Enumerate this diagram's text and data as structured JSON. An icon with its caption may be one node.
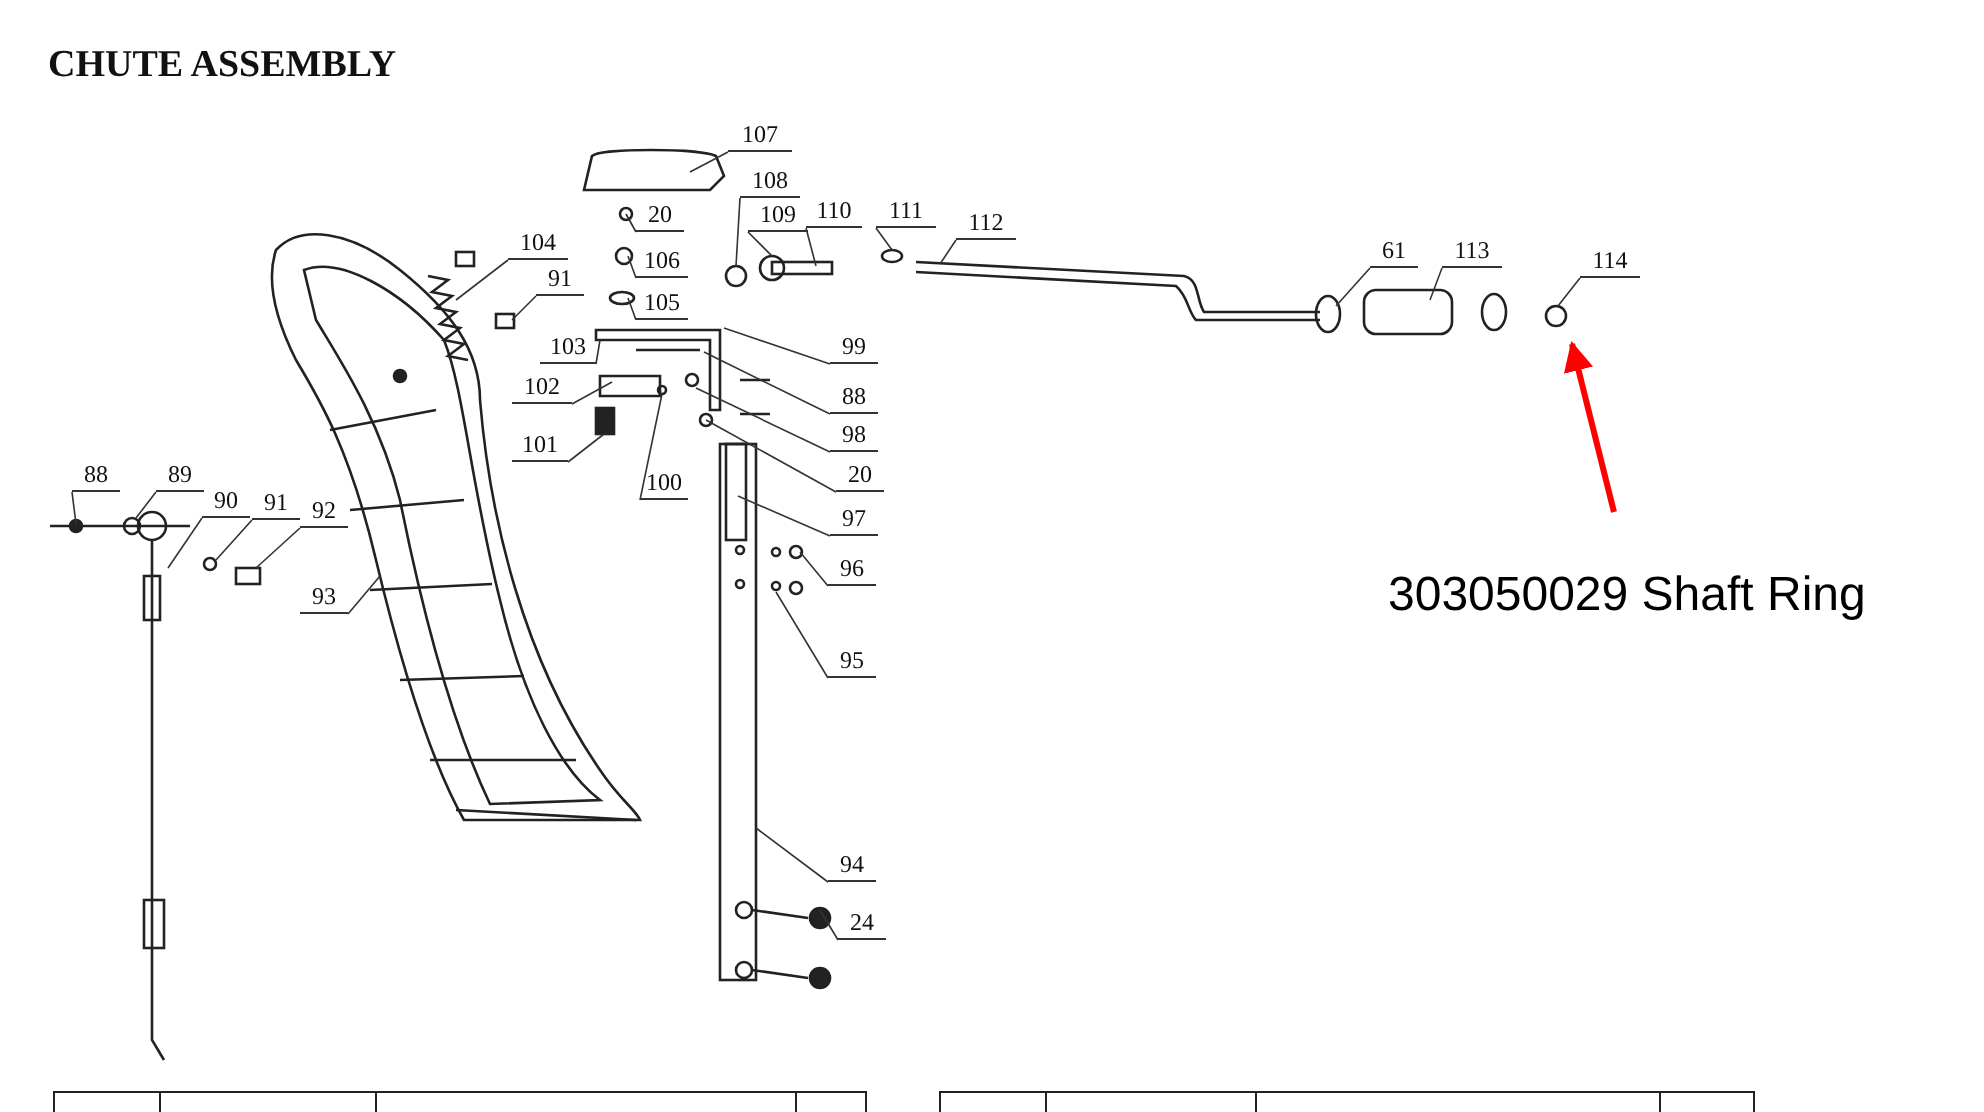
{
  "diagram": {
    "title": "CHUTE ASSEMBLY",
    "nodes": [
      {
        "text": [
          "107"
        ]
      },
      {
        "text": [
          "108"
        ]
      },
      {
        "text": [
          "20"
        ]
      },
      {
        "text": [
          "109"
        ]
      },
      {
        "text": [
          "110"
        ]
      },
      {
        "text": [
          "111"
        ]
      },
      {
        "text": [
          "112"
        ]
      },
      {
        "text": [
          "104"
        ]
      },
      {
        "text": [
          "106"
        ]
      },
      {
        "text": [
          "91"
        ]
      },
      {
        "text": [
          "105"
        ]
      },
      {
        "text": [
          "61"
        ]
      },
      {
        "text": [
          "113"
        ]
      },
      {
        "text": [
          "114"
        ]
      },
      {
        "text": [
          "103"
        ]
      },
      {
        "text": [
          "99"
        ]
      },
      {
        "text": [
          "102"
        ]
      },
      {
        "text": [
          "88"
        ]
      },
      {
        "text": [
          "101"
        ]
      },
      {
        "text": [
          "100"
        ]
      },
      {
        "text": [
          "98"
        ]
      },
      {
        "text": [
          "20"
        ]
      },
      {
        "text": [
          "88"
        ]
      },
      {
        "text": [
          "89"
        ]
      },
      {
        "text": [
          "90"
        ]
      },
      {
        "text": [
          "91"
        ]
      },
      {
        "text": [
          "92"
        ]
      },
      {
        "text": [
          "97"
        ]
      },
      {
        "text": [
          "93"
        ]
      },
      {
        "text": [
          "96"
        ]
      },
      {
        "text": [
          "95"
        ]
      },
      {
        "text": [
          "94"
        ]
      },
      {
        "text": [
          "24"
        ]
      },
      {
        "text": [
          "303050029 Shaft Ring"
        ]
      }
    ],
    "edges": [
      {
        "from": 0,
        "to": null,
        "arrow": "none"
      },
      {
        "from": 1,
        "to": null,
        "arrow": "none"
      },
      {
        "from": 2,
        "to": null,
        "arrow": "none"
      },
      {
        "from": 3,
        "to": null,
        "arrow": "none"
      },
      {
        "from": 4,
        "to": null,
        "arrow": "none"
      },
      {
        "from": 5,
        "to": null,
        "arrow": "none"
      },
      {
        "from": 6,
        "to": null,
        "arrow": "none"
      },
      {
        "from": 7,
        "to": null,
        "arrow": "none"
      },
      {
        "from": 8,
        "to": null,
        "arrow": "none"
      },
      {
        "from": 9,
        "to": null,
        "arrow": "none"
      },
      {
        "from": 10,
        "to": null,
        "arrow": "none"
      },
      {
        "from": 11,
        "to": null,
        "arrow": "none"
      },
      {
        "from": 12,
        "to": null,
        "arrow": "none"
      },
      {
        "from": 13,
        "to": null,
        "arrow": "none"
      },
      {
        "from": 14,
        "to": null,
        "arrow": "none"
      },
      {
        "from": 15,
        "to": null,
        "arrow": "none"
      },
      {
        "from": 16,
        "to": null,
        "arrow": "none"
      },
      {
        "from": 17,
        "to": null,
        "arrow": "none"
      },
      {
        "from": 18,
        "to": null,
        "arrow": "none"
      },
      {
        "from": 19,
        "to": null,
        "arrow": "none"
      },
      {
        "from": 20,
        "to": null,
        "arrow": "none"
      },
      {
        "from": 21,
        "to": null,
        "arrow": "none"
      },
      {
        "from": 22,
        "to": null,
        "arrow": "none"
      },
      {
        "from": 23,
        "to": null,
        "arrow": "none"
      },
      {
        "from": 24,
        "to": null,
        "arrow": "none"
      },
      {
        "from": 25,
        "to": null,
        "arrow": "none"
      },
      {
        "from": 26,
        "to": null,
        "arrow": "none"
      },
      {
        "from": 27,
        "to": null,
        "arrow": "none"
      },
      {
        "from": 28,
        "to": null,
        "arrow": "none"
      },
      {
        "from": 29,
        "to": null,
        "arrow": "none"
      },
      {
        "from": 30,
        "to": null,
        "arrow": "none"
      },
      {
        "from": 31,
        "to": null,
        "arrow": "none"
      },
      {
        "from": 32,
        "to": null,
        "arrow": "none"
      },
      {
        "from": 33,
        "to": null,
        "arrow": "to",
        "style": "thick",
        "color": "#ff0000"
      }
    ]
  }
}
